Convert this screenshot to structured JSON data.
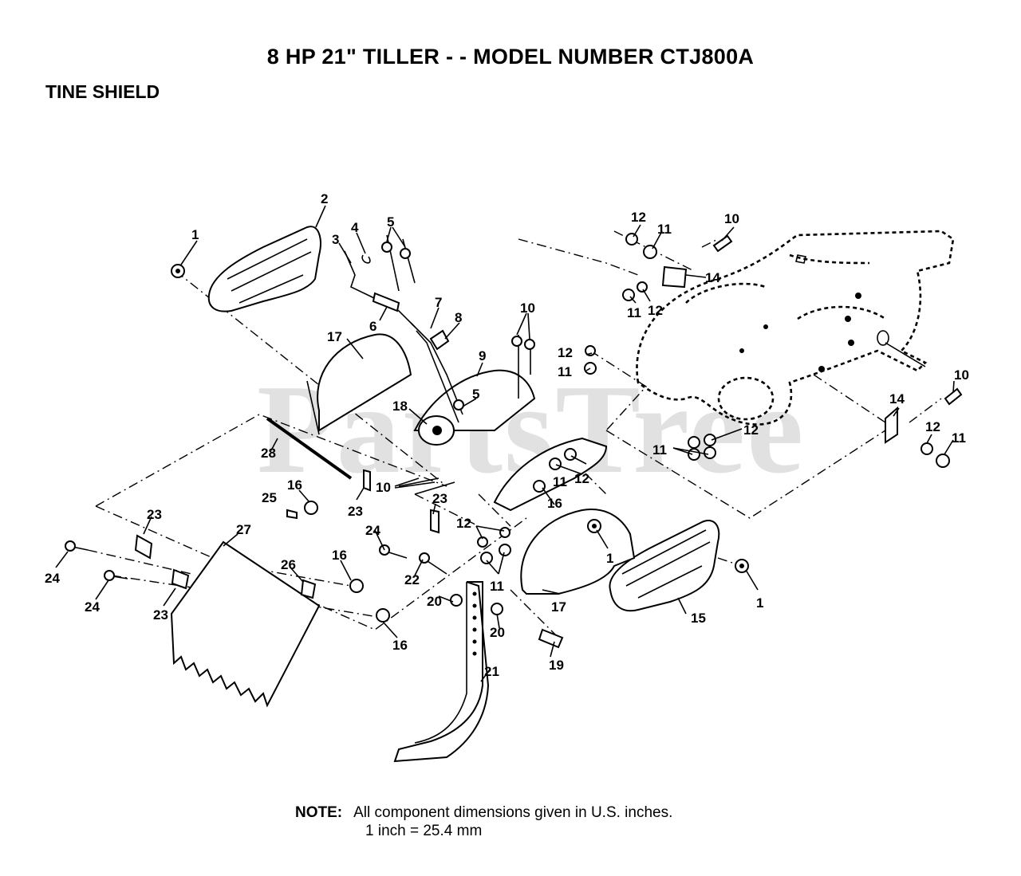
{
  "title": "8 HP  21\" TILLER - - MODEL NUMBER CTJ800A",
  "section": "TINE SHIELD",
  "watermark": "PartsTree",
  "note": {
    "label": "NOTE:",
    "line1": "All component dimensions given in U.S. inches.",
    "line2": "1 inch = 25.4 mm"
  },
  "callouts": {
    "c1a": "1",
    "c1b": "1",
    "c1c": "1",
    "c2": "2",
    "c3": "3",
    "c4": "4",
    "c5a": "5",
    "c5b": "5",
    "c6": "6",
    "c7": "7",
    "c8": "8",
    "c9": "9",
    "c10a": "10",
    "c10b": "10",
    "c10c": "10",
    "c10d": "10",
    "c11a": "11",
    "c11b": "11",
    "c11c": "11",
    "c11d": "11",
    "c11e": "11",
    "c11f": "11",
    "c11g": "11",
    "c12a": "12",
    "c12b": "12",
    "c12c": "12",
    "c12d": "12",
    "c12e": "12",
    "c12f": "12",
    "c12g": "12",
    "c14a": "14",
    "c14b": "14",
    "c15": "15",
    "c16a": "16",
    "c16b": "16",
    "c16c": "16",
    "c16d": "16",
    "c17a": "17",
    "c17b": "17",
    "c18": "18",
    "c19": "19",
    "c20a": "20",
    "c20b": "20",
    "c21": "21",
    "c22": "22",
    "c23a": "23",
    "c23b": "23",
    "c23c": "23",
    "c23d": "23",
    "c24a": "24",
    "c24b": "24",
    "c24c": "24",
    "c25": "25",
    "c26": "26",
    "c27": "27",
    "c28": "28"
  }
}
